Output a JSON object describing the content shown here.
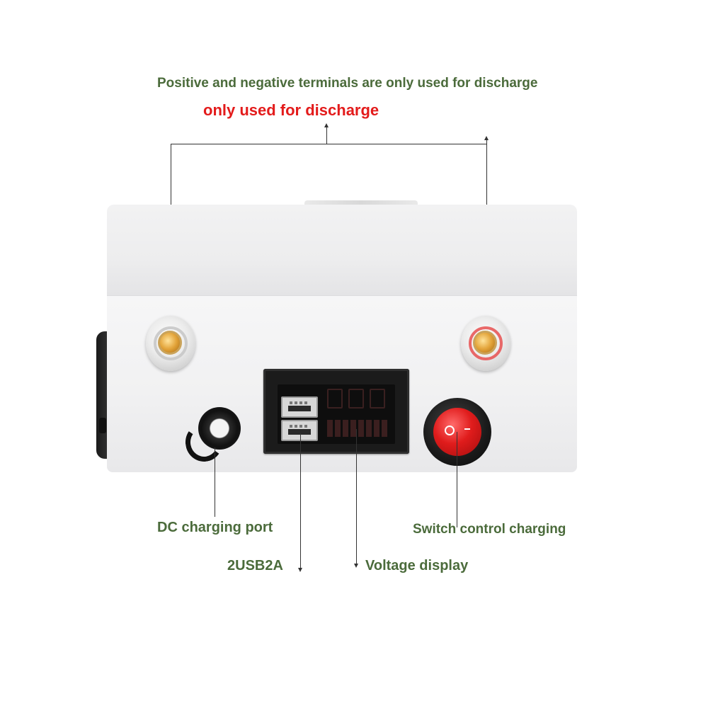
{
  "annotations": {
    "heading": "Positive and negative terminals are only used for discharge",
    "subheading": "only used for discharge",
    "dc_port": "DC charging port",
    "usb": "2USB2A",
    "voltage": "Voltage display",
    "switch": "Switch control charging"
  },
  "colors": {
    "label_green": "#4b6b3b",
    "label_red": "#e31b1b",
    "device_white": "#f1f1f2",
    "switch_red": "#e01c1c",
    "terminal_gold": "#e3a43a"
  }
}
